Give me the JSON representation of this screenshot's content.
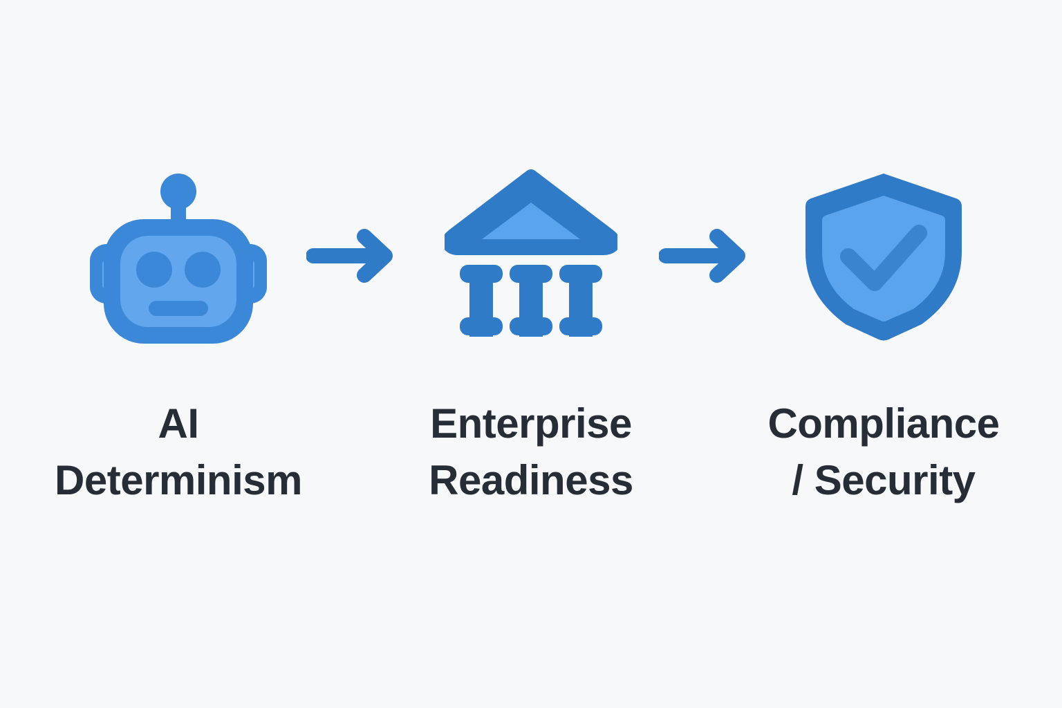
{
  "background_color": "#f7f8f9",
  "palette": {
    "icon_dark_blue": "#2f7bc8",
    "icon_light_blue": "#5ba3ed",
    "icon_mid_blue": "#3b87d8",
    "arrow_blue": "#2f7bc8",
    "label_text": "#262d36"
  },
  "diagram": {
    "type": "horizontal-flow",
    "steps": [
      {
        "icon": "robot-icon",
        "label_line1": "AI",
        "label_line2": "Determinism"
      },
      {
        "icon": "bank-institution-icon",
        "label_line1": "Enterprise",
        "label_line2": "Readiness"
      },
      {
        "icon": "shield-check-icon",
        "label_line1": "Compliance",
        "label_line2": "/ Security"
      }
    ],
    "connectors": [
      {
        "icon": "arrow-right-icon"
      },
      {
        "icon": "arrow-right-icon"
      }
    ]
  }
}
